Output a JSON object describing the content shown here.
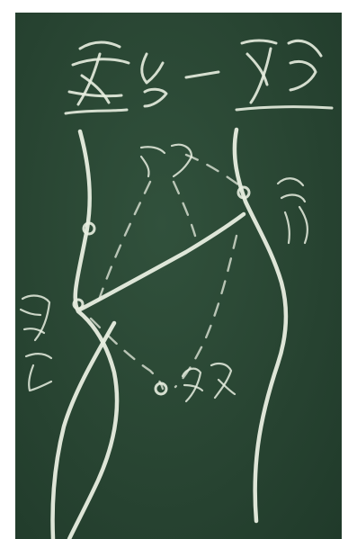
{
  "image": {
    "subject": "chalk-diagram",
    "colors": {
      "board": "#2a4734",
      "chalk": "#e8eee0",
      "border": "#ffffff"
    }
  },
  "handwriting": [
    {
      "id": "title-left",
      "text": "靈台"
    },
    {
      "id": "title-mid",
      "text": "一"
    },
    {
      "id": "title-right",
      "text": "督命"
    },
    {
      "id": "top-point-label",
      "text": "門"
    },
    {
      "id": "right-point-label",
      "text": "命"
    },
    {
      "id": "left-point-label",
      "text": "関元"
    },
    {
      "id": "bottom-point-label",
      "text": "会陰"
    }
  ]
}
